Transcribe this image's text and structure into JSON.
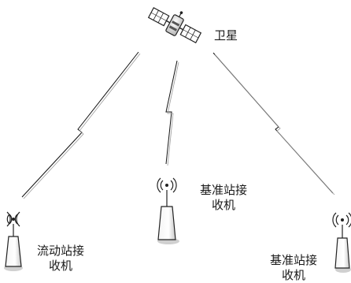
{
  "labels": {
    "satellite": "卫星",
    "base_station_center": {
      "line1": "基准站接",
      "line2": "收机"
    },
    "rover_station": {
      "line1": "流动站接",
      "line2": "收机"
    },
    "base_station_right": {
      "line1": "基准站接",
      "line2": "收机"
    }
  },
  "icons": {
    "satellite": "satellite-icon",
    "receiver": "antenna-receiver-icon",
    "signal": "radio-waves-icon",
    "link": "lightning-link-icon"
  }
}
